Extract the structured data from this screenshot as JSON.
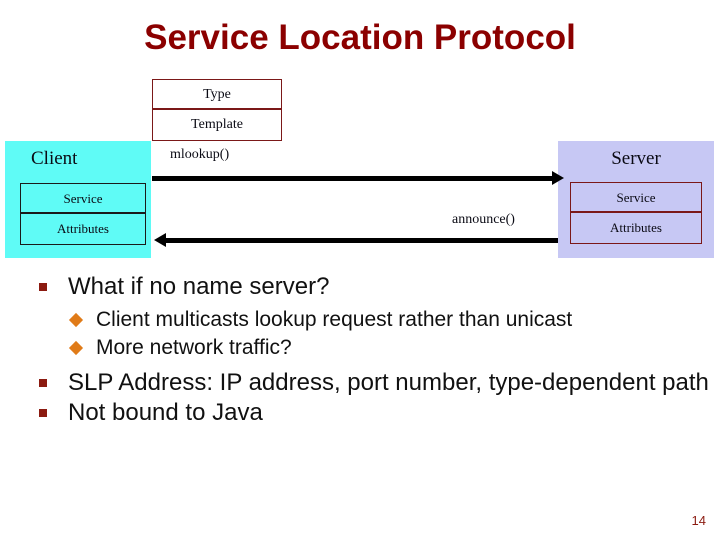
{
  "slide": {
    "title": "Service Location Protocol",
    "page_number": "14",
    "title_color": "#8B0000",
    "page_number_color": "#8B1A10"
  },
  "diagram": {
    "template_box": {
      "type_label": "Type",
      "template_label": "Template",
      "border_color": "#7B1818",
      "fill_color": "#ffffff"
    },
    "client": {
      "title": "Client",
      "fill_color": "#5FFBF6",
      "inner_border_color": "#1a1a1a",
      "rows": [
        "Service",
        "Attributes"
      ]
    },
    "server": {
      "title": "Server",
      "fill_color": "#C7C8F4",
      "inner_border_color": "#7B1818",
      "rows": [
        "Service",
        "Attributes"
      ]
    },
    "arrows": [
      {
        "label": "mlookup()",
        "direction": "right",
        "color": "#000000"
      },
      {
        "label": "announce()",
        "direction": "left",
        "color": "#000000"
      }
    ]
  },
  "body": {
    "bullet_color_level1": "#8B1A10",
    "bullet_color_level2": "#E07B18",
    "items": [
      {
        "level": 1,
        "text": "What if no name server?"
      },
      {
        "level": 2,
        "text": "Client multicasts lookup request rather than unicast"
      },
      {
        "level": 2,
        "text": "More network traffic?"
      },
      {
        "level": 1,
        "text": "SLP Address: IP address, port number, type-dependent path"
      },
      {
        "level": 1,
        "text": "Not bound to Java"
      }
    ]
  }
}
